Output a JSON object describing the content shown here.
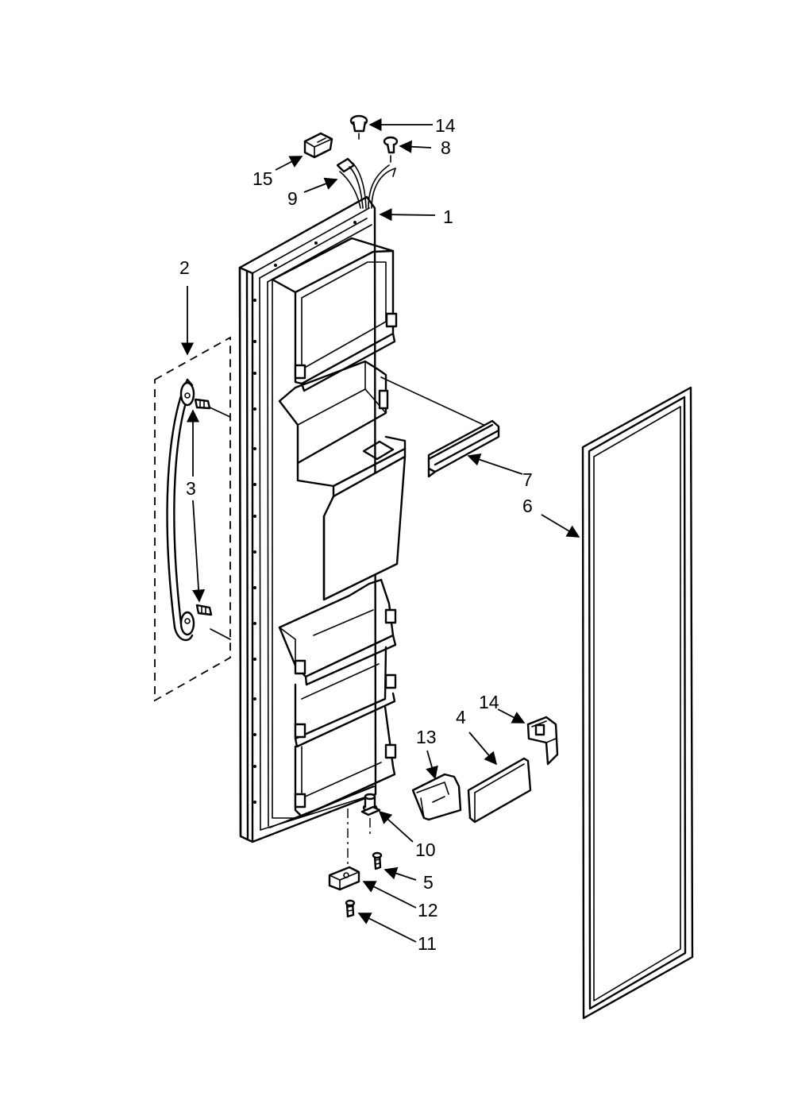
{
  "diagram": {
    "callouts": [
      {
        "id": "c14a",
        "label": "14"
      },
      {
        "id": "c8",
        "label": "8"
      },
      {
        "id": "c15",
        "label": "15"
      },
      {
        "id": "c9",
        "label": "9"
      },
      {
        "id": "c1",
        "label": "1"
      },
      {
        "id": "c2",
        "label": "2"
      },
      {
        "id": "c3",
        "label": "3"
      },
      {
        "id": "c7",
        "label": "7"
      },
      {
        "id": "c6",
        "label": "6"
      },
      {
        "id": "c14b",
        "label": "14"
      },
      {
        "id": "c13",
        "label": "13"
      },
      {
        "id": "c4",
        "label": "4"
      },
      {
        "id": "c10",
        "label": "10"
      },
      {
        "id": "c5",
        "label": "5"
      },
      {
        "id": "c12",
        "label": "12"
      },
      {
        "id": "c11",
        "label": "11"
      }
    ]
  }
}
